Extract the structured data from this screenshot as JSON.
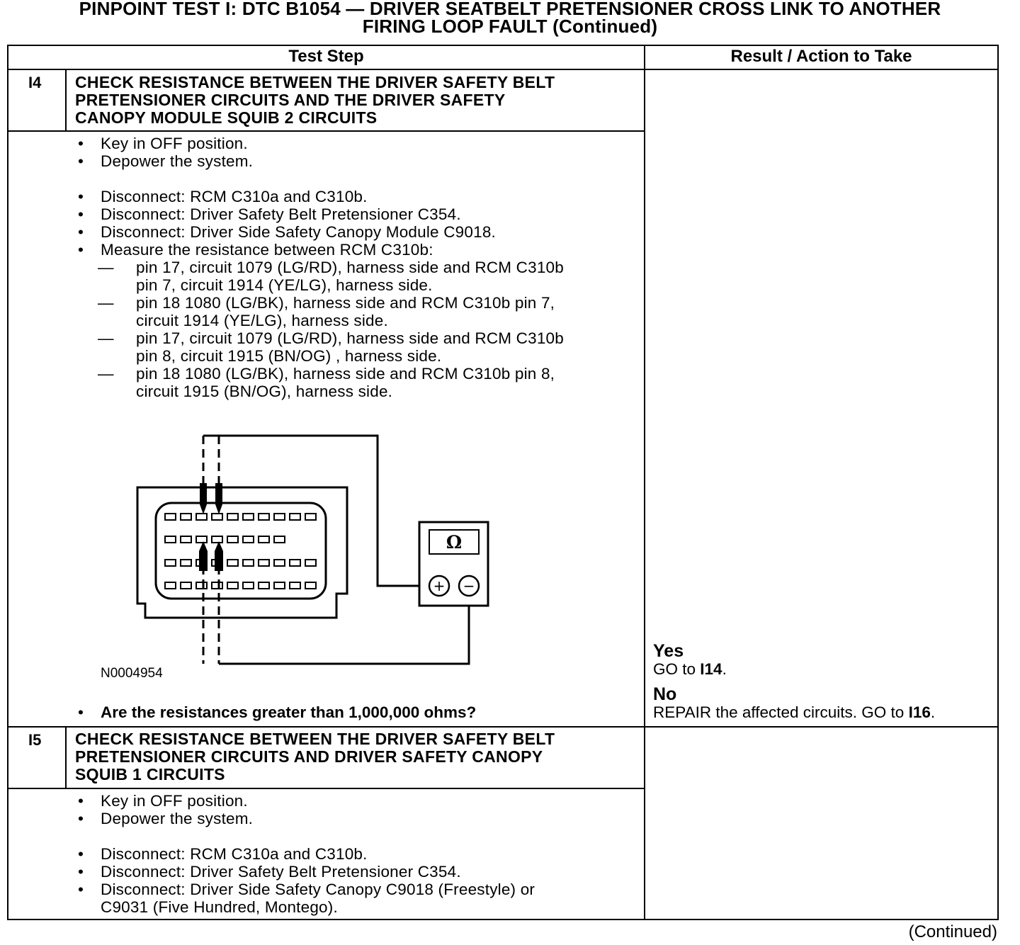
{
  "title": {
    "line1": "PINPOINT TEST I: DTC B1054 — DRIVER SEATBELT PRETENSIONER CROSS LINK TO ANOTHER",
    "line2": "FIRING LOOP FAULT (Continued)"
  },
  "table": {
    "headers": {
      "test_step": "Test Step",
      "result": "Result / Action to Take"
    },
    "steps": [
      {
        "id": "I4",
        "title": [
          "CHECK RESISTANCE BETWEEN THE DRIVER SAFETY BELT",
          "PRETENSIONER CIRCUITS AND THE DRIVER SAFETY",
          "CANOPY MODULE SQUIB 2 CIRCUITS"
        ],
        "instructions": {
          "b1": "Key in OFF position.",
          "b2": "Depower the system.",
          "b3": "Disconnect: RCM C310a and C310b.",
          "b4": "Disconnect: Driver Safety Belt Pretensioner C354.",
          "b5": "Disconnect: Driver Side Safety Canopy Module C9018.",
          "b6": "Measure the resistance between RCM C310b:",
          "s1a": "pin 17, circuit 1079 (LG/RD), harness side and RCM C310b",
          "s1b": "pin 7, circuit 1914 (YE/LG), harness side.",
          "s2a": "pin 18 1080 (LG/BK), harness side and RCM C310b pin 7,",
          "s2b": "circuit 1914 (YE/LG), harness side.",
          "s3a": "pin 17, circuit 1079 (LG/RD), harness side and RCM C310b",
          "s3b": "pin 8, circuit 1915 (BN/OG) , harness side.",
          "s4a": "pin 18 1080 (LG/BK), harness side and RCM C310b pin 8,",
          "s4b": "circuit 1915 (BN/OG), harness side."
        },
        "figure": {
          "id": "N0004954",
          "meter_symbol": "Ω",
          "plus": "+",
          "minus": "−"
        },
        "question": "Are the resistances greater than 1,000,000 ohms?",
        "results": {
          "yes_label": "Yes",
          "yes_prefix": "GO to ",
          "yes_target": "I14",
          "yes_suffix": ".",
          "no_label": "No",
          "no_prefix": "REPAIR the affected circuits. GO to ",
          "no_target": "I16",
          "no_suffix": "."
        }
      },
      {
        "id": "I5",
        "title": [
          "CHECK RESISTANCE BETWEEN THE DRIVER SAFETY BELT",
          "PRETENSIONER CIRCUITS AND DRIVER SAFETY CANOPY",
          "SQUIB 1 CIRCUITS"
        ],
        "instructions": {
          "b1": "Key in OFF position.",
          "b2": "Depower the system.",
          "b3": "Disconnect: RCM C310a and C310b.",
          "b4": "Disconnect: Driver Safety Belt Pretensioner C354.",
          "b5a": "Disconnect: Driver Side Safety Canopy C9018 (Freestyle) or",
          "b5b": "C9031 (Five Hundred, Montego)."
        }
      }
    ]
  },
  "markers": {
    "bullet": "•",
    "dash": "—"
  },
  "footer": {
    "continued": "(Continued)"
  }
}
